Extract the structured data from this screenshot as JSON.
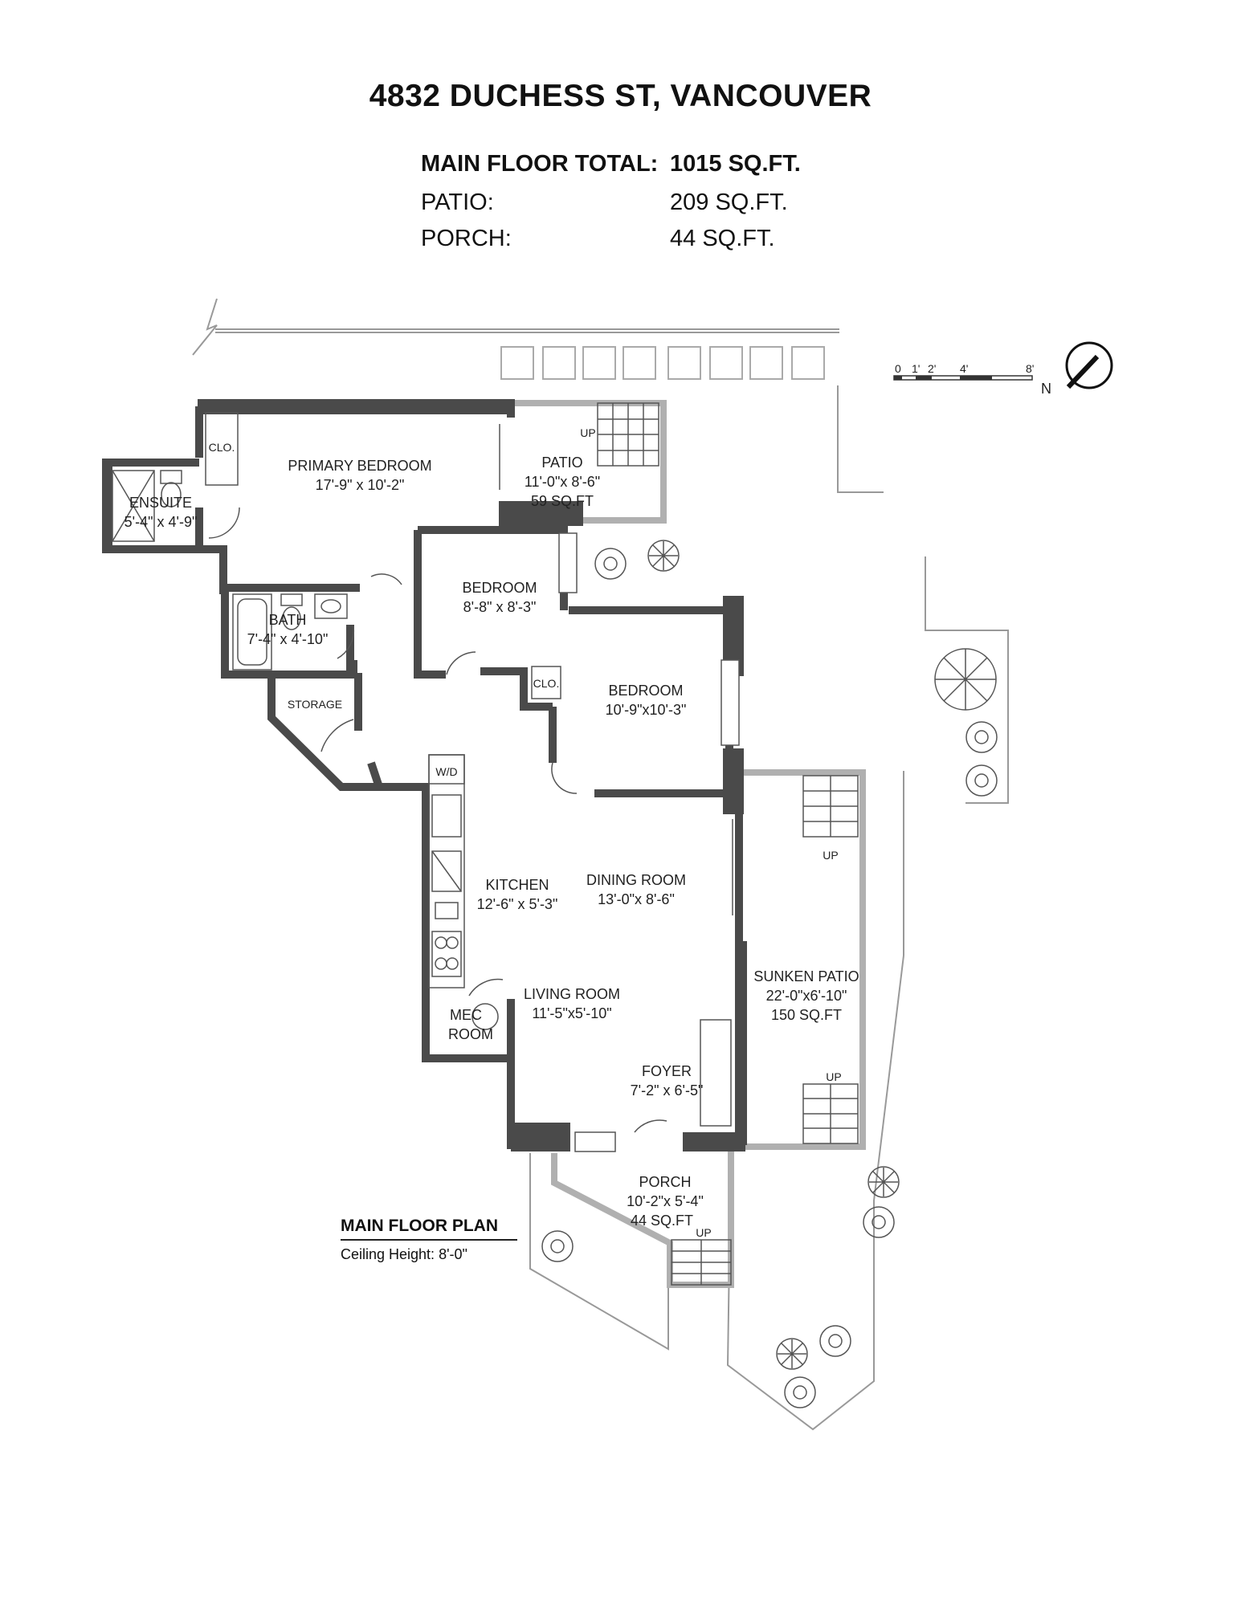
{
  "title": "4832 DUCHESS ST, VANCOUVER",
  "areas": [
    {
      "label": "MAIN FLOOR TOTAL:",
      "value": "1015 SQ.FT."
    },
    {
      "label": "PATIO:",
      "value": "209 SQ.FT."
    },
    {
      "label": "PORCH:",
      "value": "44 SQ.FT."
    }
  ],
  "rooms": {
    "primary_bedroom": {
      "name": "PRIMARY BEDROOM",
      "dims": "17'-9\" x 10'-2\""
    },
    "ensuite": {
      "name": "ENSUITE",
      "dims": "5'-4\" x 4'-9\""
    },
    "patio": {
      "name": "PATIO",
      "dims": "11'-0\"x 8'-6\"",
      "area": "59 SQ.FT"
    },
    "bedroom_2": {
      "name": "BEDROOM",
      "dims": "8'-8\" x 8'-3\""
    },
    "bedroom_3": {
      "name": "BEDROOM",
      "dims": "10'-9\"x10'-3\""
    },
    "bath": {
      "name": "BATH",
      "dims": "7'-4\" x 4'-10\""
    },
    "storage": {
      "name": "STORAGE"
    },
    "kitchen": {
      "name": "KITCHEN",
      "dims": "12'-6\" x 5'-3\""
    },
    "dining": {
      "name": "DINING ROOM",
      "dims": "13'-0\"x 8'-6\""
    },
    "sunken_patio": {
      "name": "SUNKEN PATIO",
      "dims": "22'-0\"x6'-10\"",
      "area": "150 SQ.FT"
    },
    "living": {
      "name": "LIVING ROOM",
      "dims": "11'-5\"x5'-10\""
    },
    "mec_room": {
      "line1": "MEC",
      "line2": "ROOM"
    },
    "foyer": {
      "name": "FOYER",
      "dims": "7'-2\" x 6'-5\""
    },
    "porch": {
      "name": "PORCH",
      "dims": "10'-2\"x 5'-4\"",
      "area": "44 SQ.FT"
    }
  },
  "labels": {
    "clo": "CLO.",
    "up": "UP",
    "wd": "W/D",
    "north": "N"
  },
  "scale_ticks": [
    "0",
    "1'",
    "2'",
    "4'",
    "8'"
  ],
  "plan_title": "MAIN FLOOR PLAN",
  "ceiling_height": "Ceiling Height: 8'-0\"",
  "colors": {
    "wall": "#4a4a4a",
    "exterior": "#b0b0b0",
    "line": "#999999"
  }
}
